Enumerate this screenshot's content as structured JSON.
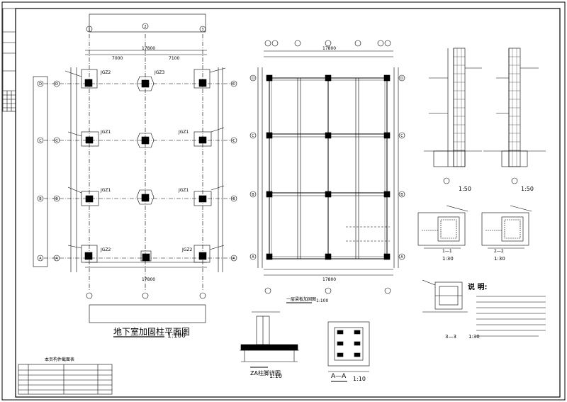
{
  "drawing": {
    "plan1_title": "地下室加固柱平面图",
    "plan1_scale": "1:100",
    "plan2_title": "一层梁板加固图",
    "plan2_scale": "1:100",
    "detail1_title": "ZA柱脚详图",
    "detail1_scale": "1:10",
    "section_aa_title": "A—A",
    "section_aa_scale": "1:10",
    "section_a_scale": "1:50",
    "section_b_scale": "1:50",
    "section_11_scale": "1:30",
    "section_22_scale": "1:30",
    "section_33_scale": "1:30",
    "section_33_title": "3—3",
    "notes_title": "说 明:",
    "table_title": "本页构件截面表",
    "grid_labels_top": [
      "①",
      "②",
      "③"
    ],
    "grid_labels_left": [
      "D",
      "C",
      "B",
      "A"
    ],
    "column_tags": [
      "JGZ1",
      "JGZ2",
      "JGZ3"
    ],
    "dim_total": "17800",
    "dim_bays": [
      "7000",
      "7100"
    ],
    "section_tags": [
      "1—1",
      "2—2"
    ],
    "jgz_labels": [
      "JGZ1",
      "JGZ2",
      "JGZ3"
    ]
  }
}
